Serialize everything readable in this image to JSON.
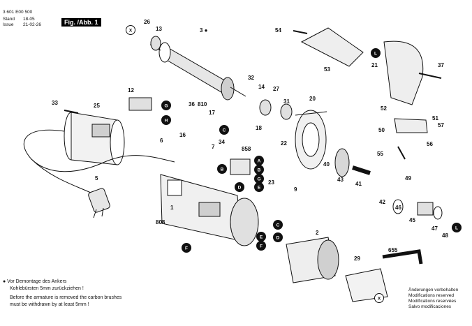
{
  "header": {
    "part_number": "3 601 E00 500",
    "stand_label": "Stand",
    "issue_label": "Issue",
    "stand_value": "18-05",
    "issue_value": "21-02-26",
    "figure_label": "Fig. /Abb. 1"
  },
  "notes": {
    "de_line1": "● Vor Demontage des Ankers",
    "de_line2": "Kohlebürsten 5mm zurückziehen !",
    "en_line1": "Before the armature is removed the carbon brushes",
    "en_line2": "must be withdrawn by at least 5mm !"
  },
  "footer": {
    "line1": "Änderungen vorbehalten",
    "line2": "Modifications reserved",
    "line3": "Modifications reservées",
    "line4": "Salvo modificaciones"
  },
  "part_labels": [
    "1",
    "2",
    "3 ●",
    "5",
    "6",
    "7",
    "9",
    "12",
    "13",
    "14",
    "16",
    "17",
    "18",
    "20",
    "21",
    "22",
    "23",
    "25",
    "26",
    "27",
    "29",
    "31",
    "32",
    "33",
    "34",
    "36",
    "37",
    "40",
    "41",
    "42",
    "43",
    "45",
    "46",
    "47",
    "48",
    "49",
    "50",
    "51",
    "52",
    "53",
    "54",
    "55",
    "56",
    "57",
    "655",
    "808",
    "810",
    "858"
  ],
  "badges": [
    "A",
    "B",
    "C",
    "D",
    "E",
    "F",
    "G",
    "H",
    "L",
    "X"
  ],
  "colors": {
    "ink": "#111111",
    "paper": "#ffffff",
    "shade": "#d8d8d8"
  }
}
